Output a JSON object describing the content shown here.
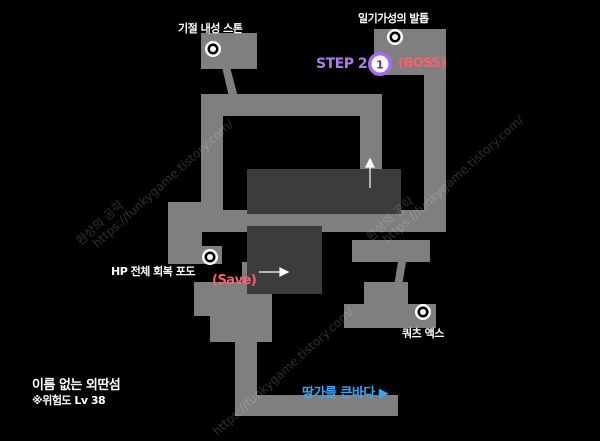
{
  "map": {
    "area_name": "이름 없는 외딴섬",
    "danger_level": "※위험도 Lv 38"
  },
  "markers": {
    "stone": "기절 내성 스톤",
    "record": "일기가성의 발톱",
    "grape": "HP 전체 회복 포도",
    "axe": "쿼츠 액스"
  },
  "step": {
    "label": "STEP 2",
    "number": "1",
    "boss": "(BOSS)"
  },
  "save": "(Save)",
  "dig": "땅가를 큰바다 ▶",
  "watermark": {
    "line1": "환상의 공략",
    "line2": "https://funkygame.tistory.com/"
  },
  "colors": {
    "floor": "#808080",
    "room_dark": "#3d3d3d",
    "step_purple": "#a66af0",
    "save_red": "#ff5d6a",
    "dig_blue": "#35a7ff"
  }
}
